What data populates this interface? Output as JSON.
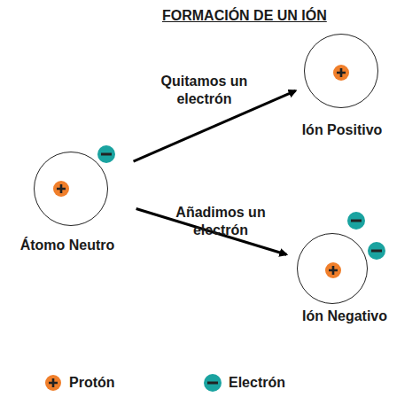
{
  "diagram": {
    "title": "FORMACIÓN DE UN IÓN",
    "nodes": [
      {
        "text": [
          "Átomo Neutro"
        ]
      },
      {
        "text": [
          "Ión Positivo"
        ]
      },
      {
        "text": [
          "Ión Negativo"
        ]
      }
    ],
    "edges": [
      {
        "from": 0,
        "to": 1,
        "arrow": "to",
        "label": "Quitamos un electrón"
      },
      {
        "from": 0,
        "to": 2,
        "arrow": "to",
        "label": "Añadimos un electrón"
      }
    ],
    "legend": [
      {
        "text": "Protón"
      },
      {
        "text": "Electrón"
      }
    ]
  }
}
